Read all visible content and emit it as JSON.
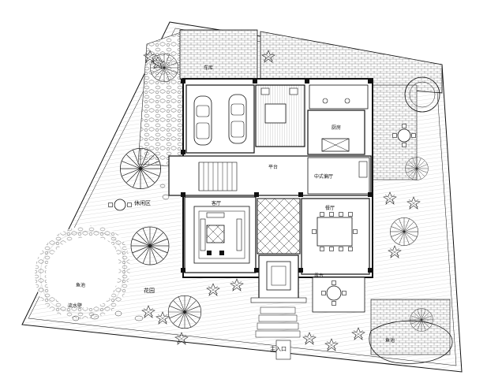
{
  "labels": {
    "parking": "车库",
    "lounge": "休闲区",
    "garden": "花园",
    "fish_pond": "鱼池",
    "rockery_waterfall": "流水壁",
    "main_entrance": "主入口",
    "living_room": "客厅",
    "dining_room": "餐厅",
    "chinese_side_hall": "中式偏厅",
    "kitchen": "厨房",
    "platform": "平台",
    "bbq_terrace": "露台",
    "pond_right": "鱼池"
  },
  "colors": {
    "line": "#111111",
    "hatch": "#444444",
    "paper": "#ffffff"
  }
}
